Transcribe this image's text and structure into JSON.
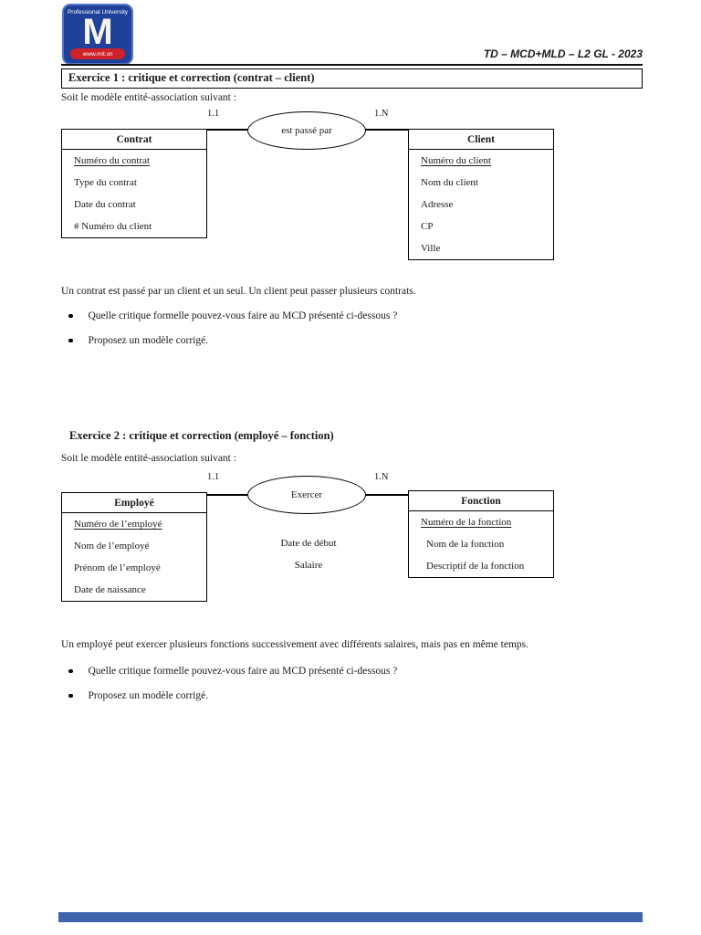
{
  "logo": {
    "top_text": "Professional University",
    "letter": "M",
    "site": "www.mit.sn"
  },
  "header": {
    "course": "TD – MCD+MLD – L2 GL - 2023"
  },
  "ex1": {
    "title": "Exercice 1 : critique et correction (contrat – client)",
    "intro": "Soit le modèle entité-association suivant :",
    "left_card": "1.1",
    "right_card": "1.N",
    "association": "est passé par",
    "entity_left": {
      "name": "Contrat",
      "attrs": [
        "Numéro du contrat",
        "Type du contrat",
        "Date du contrat",
        "# Numéro du client"
      ]
    },
    "entity_right": {
      "name": "Client",
      "attrs": [
        "Numéro du client",
        "Nom du client",
        "Adresse",
        "CP",
        "Ville"
      ]
    },
    "statement": "Un contrat est passé par un client et un seul. Un client peut passer plusieurs contrats.",
    "bullets": [
      "Quelle critique formelle pouvez-vous faire au MCD présenté ci-dessous ?",
      "Proposez un modèle corrigé."
    ]
  },
  "ex2": {
    "title": "Exercice 2 : critique et correction (employé – fonction)",
    "intro": "Soit le modèle entité-association suivant :",
    "left_card": "1.1",
    "right_card": "1.N",
    "association": "Exercer",
    "assoc_attrs": [
      "Date de début",
      "Salaire"
    ],
    "entity_left": {
      "name": "Employé",
      "attrs": [
        "Numéro de l’employé",
        "Nom de l’employé",
        "Prénom de l’employé",
        "Date de naissance"
      ]
    },
    "entity_right": {
      "name": "Fonction",
      "attrs": [
        "Numéro de la fonction",
        "Nom de la fonction",
        "Descriptif de la fonction"
      ]
    },
    "statement": "Un employé peut exercer plusieurs fonctions successivement avec différents salaires, mais pas en même temps.",
    "bullets": [
      "Quelle critique formelle pouvez-vous faire au MCD présenté ci-dessous ?",
      "Proposez un modèle corrigé."
    ]
  },
  "colors": {
    "logo_bg": "#20409a",
    "logo_banner": "#cc2229",
    "footer_bar": "#3d64ad"
  }
}
